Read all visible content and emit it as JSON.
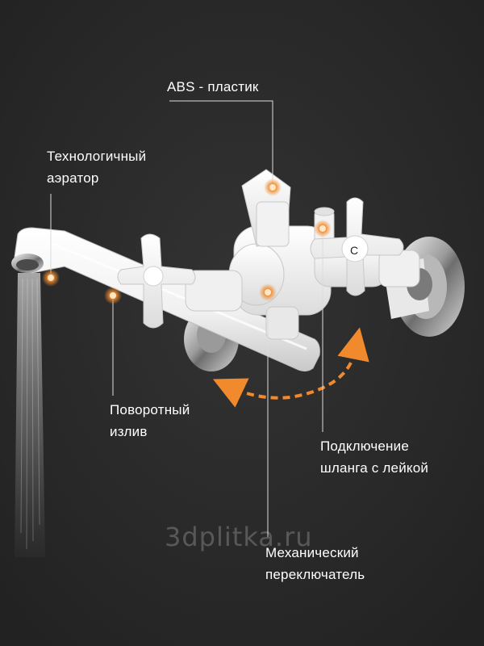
{
  "labels": {
    "abs_plastic": "ABS - пластик",
    "aerator": [
      "Технологичный",
      "аэратор"
    ],
    "swivel_spout": [
      "Поворотный",
      "излив"
    ],
    "hose_connection": [
      "Подключение",
      "шланга с лейкой"
    ],
    "mechanical_switch": [
      "Механический",
      "переключатель"
    ]
  },
  "handle_mark": "C",
  "watermark": "3dplitka.ru",
  "colors": {
    "background": "#2a2a2a",
    "accent": "#f08a2c",
    "leader_line": "#dcdcdc",
    "faucet_body": "#f4f4f4"
  },
  "icons": {
    "callout_marker": "glowing-orange-dot",
    "rotation_indicator": "dashed-curved-double-arrow"
  }
}
